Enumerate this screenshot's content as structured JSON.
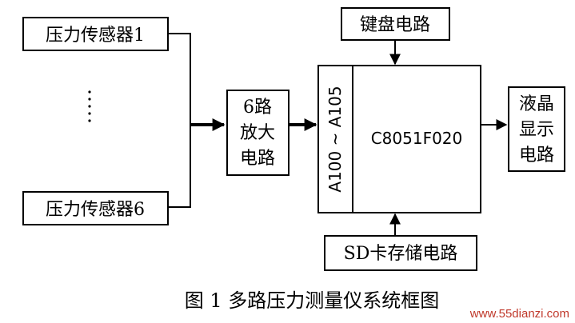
{
  "blocks": {
    "sensor1": "压力传感器1",
    "sensor6": "压力传感器6",
    "amplifier": [
      "6路",
      "放大",
      "电路"
    ],
    "keyboard": "键盘电路",
    "mcu": "C8051F020",
    "mcu_port": "A100 ~ A105",
    "lcd": [
      "液晶",
      "显示",
      "电路"
    ],
    "sd": "SD卡存储电路"
  },
  "caption": "图 1  多路压力测量仪系统框图",
  "watermark": "www.55dianzi.com",
  "colors": {
    "line": "#000000",
    "background": "#ffffff",
    "watermark": "#c0392b"
  }
}
